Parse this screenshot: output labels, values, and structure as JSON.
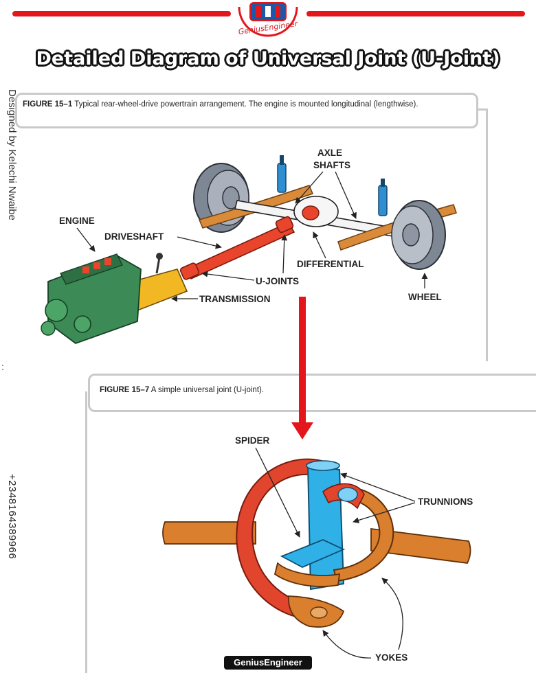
{
  "brand": {
    "logo_text": "GeniusEngineer",
    "footer_text": "GeniusEngineer"
  },
  "title": "Detailed Diagram of Universal Joint (U-Joint)",
  "side": {
    "credit": "Designed by Kelechi Nwaibe",
    "separator": ":",
    "phone": "+2348164389966"
  },
  "figure1": {
    "caption_label": "FIGURE 15–1",
    "caption_text": " Typical rear-wheel-drive powertrain arrangement. The engine is mounted longitudinal (lengthwise).",
    "labels": {
      "axle_line1": "AXLE",
      "axle_line2": "SHAFTS",
      "engine": "ENGINE",
      "driveshaft": "DRIVESHAFT",
      "differential": "DIFFERENTIAL",
      "ujoints": "U-JOINTS",
      "wheel": "WHEEL",
      "transmission": "TRANSMISSION"
    }
  },
  "figure2": {
    "caption_label": "FIGURE 15–7",
    "caption_text": " A simple universal joint (U-joint).",
    "labels": {
      "spider": "SPIDER",
      "trunnions": "TRUNNIONS",
      "yokes": "YOKES"
    }
  },
  "colors": {
    "brand_red": "#e3161b",
    "driveshaft_red": "#e8452c",
    "engine_green": "#3c8a55",
    "transmission_yellow": "#f2b824",
    "spring_orange": "#d98b3a",
    "shock_blue": "#2f8fd0",
    "wheel_gray": "#8e96a3",
    "spider_cyan": "#2fb1e8",
    "yoke_orange": "#d97f2e"
  }
}
